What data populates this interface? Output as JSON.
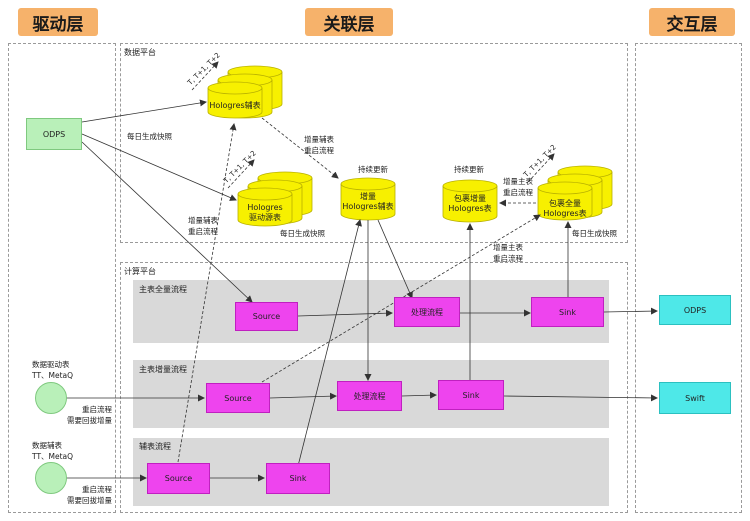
{
  "layers": {
    "driver": "驱动层",
    "association": "关联层",
    "interaction": "交互层"
  },
  "platforms": {
    "data": "数据平台",
    "compute": "计算平台"
  },
  "bands": {
    "full": "主表全量流程",
    "incremental": "主表增量流程",
    "aux": "辅表流程"
  },
  "nodes": {
    "odps_source": "ODPS",
    "odps_target": "ODPS",
    "swift_target": "Swift",
    "source1": "Source",
    "source2": "Source",
    "source3": "Source",
    "process1": "处理流程",
    "process2": "处理流程",
    "sink1": "Sink",
    "sink2": "Sink",
    "sink3": "Sink"
  },
  "cylinders": {
    "hologres_aux": "Hologres辅表",
    "hologres_driver_1": "Hologres",
    "hologres_driver_2": "驱动源表",
    "inc_hologres_1": "增量",
    "inc_hologres_2": "Hologres辅表",
    "pkg_inc_1": "包裹增量",
    "pkg_inc_2": "Hologres表",
    "pkg_full_1": "包裹全量",
    "pkg_full_2": "Hologres表"
  },
  "tlabels": {
    "t1": "T, T+1, T+2",
    "t2": "T, T+1, T+2",
    "t3": "T, T+1, T+2"
  },
  "labels": {
    "daily_snapshot_1": "每日生成快照",
    "daily_snapshot_2": "每日生成快照",
    "daily_snapshot_3": "每日生成快照",
    "inc_aux_restart_1": "增量辅表",
    "inc_aux_restart_2": "重启流程",
    "inc_aux_restart_3": "增量辅表",
    "inc_aux_restart_4": "重启流程",
    "continuous_1": "持续更新",
    "continuous_2": "持续更新",
    "inc_main_restart_1": "增量主表",
    "inc_main_restart_2": "重启流程",
    "inc_main_restart_3": "增量主表",
    "inc_main_restart_4": "重启流程",
    "driver_table_1": "数据驱动表",
    "driver_table_2": "TT、MetaQ",
    "aux_table_1": "数据辅表",
    "aux_table_2": "TT、MetaQ",
    "restart_backfill_1": "重启流程",
    "restart_backfill_2": "需要回拔增量",
    "restart_backfill_3": "重启流程",
    "restart_backfill_4": "需要回拔增量"
  }
}
